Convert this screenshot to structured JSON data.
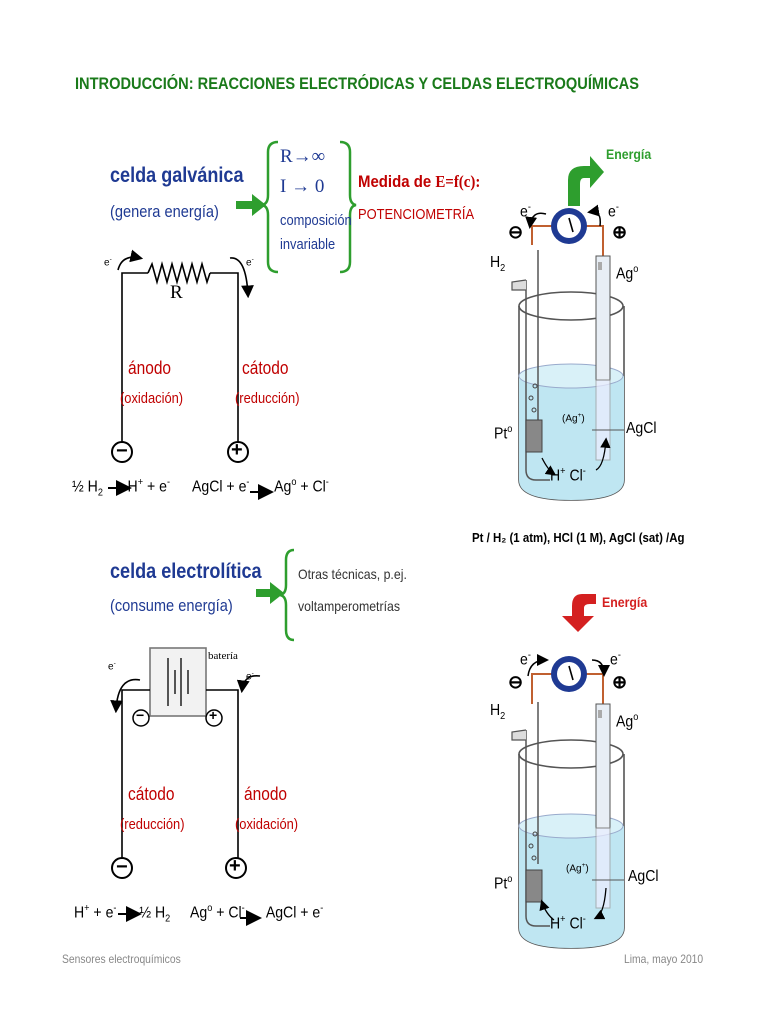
{
  "title": "INTRODUCCIÓN: REACCIONES ELECTRÓDICAS Y CELDAS ELECTROQUÍMICAS",
  "galvanic": {
    "heading": "celda galvánica",
    "subheading": "(genera energía)",
    "conditions": {
      "r": "R→∞",
      "i": "I → 0",
      "comp1": "composición",
      "comp2": "invariable"
    },
    "measure_prefix": "Medida de ",
    "measure_formula": "E=f(c):",
    "technique": "POTENCIOMETRÍA",
    "resistor_label": "R",
    "electron": "e",
    "anode": "ánodo",
    "anode_sub": "(oxidación)",
    "cathode": "cátodo",
    "cathode_sub": "(reducción)",
    "minus": "−",
    "plus": "+",
    "eq_left_a": "½ H",
    "eq_left_b": "H",
    "eq_left_c": " + e",
    "eq_right_a": "AgCl + e",
    "eq_right_b": "Ag",
    "eq_right_c": " + Cl"
  },
  "electrolytic": {
    "heading": "celda electrolítica",
    "subheading": "(consume energía)",
    "other1": "Otras técnicas, p.ej.",
    "other2": "voltamperometrías",
    "battery_label": "batería",
    "electron": "e",
    "cathode": "cátodo",
    "cathode_sub": "(reducción)",
    "anode": "ánodo",
    "anode_sub": "(oxidación)",
    "minus": "−",
    "plus": "+",
    "eq_left_a": "H",
    "eq_left_b": " + e",
    "eq_left_c": "½ H",
    "eq_right_a": "Ag",
    "eq_right_b": " + Cl",
    "eq_right_c": "AgCl + e"
  },
  "cell_top": {
    "energy": "Energía",
    "e_left": "e",
    "e_right": "e",
    "h2": "H",
    "ag0": "Ag",
    "agcl": "AgCl",
    "pt0": "Pt",
    "agplus": "(Ag",
    "hplus": "H",
    "cl": "Cl",
    "caption": "Pt / H₂ (1 atm), HCl (1 M), AgCl (sat) /Ag"
  },
  "cell_bottom": {
    "energy": "Energía",
    "e_left": "e",
    "e_right": "e",
    "h2": "H",
    "ag0": "Ag",
    "agcl": "AgCl",
    "pt0": "Pt",
    "agplus": "(Ag",
    "hplus": "H",
    "cl": "Cl"
  },
  "footer": {
    "left": "Sensores electroquímicos",
    "right": "Lima, mayo 2010"
  },
  "colors": {
    "title_green": "#1a7a1a",
    "heading_blue": "#1f3a93",
    "label_red": "#c00000",
    "arrow_green": "#2e9e2e",
    "meter_blue": "#1f3a93",
    "solution_cyan": "#bfe6f2"
  }
}
